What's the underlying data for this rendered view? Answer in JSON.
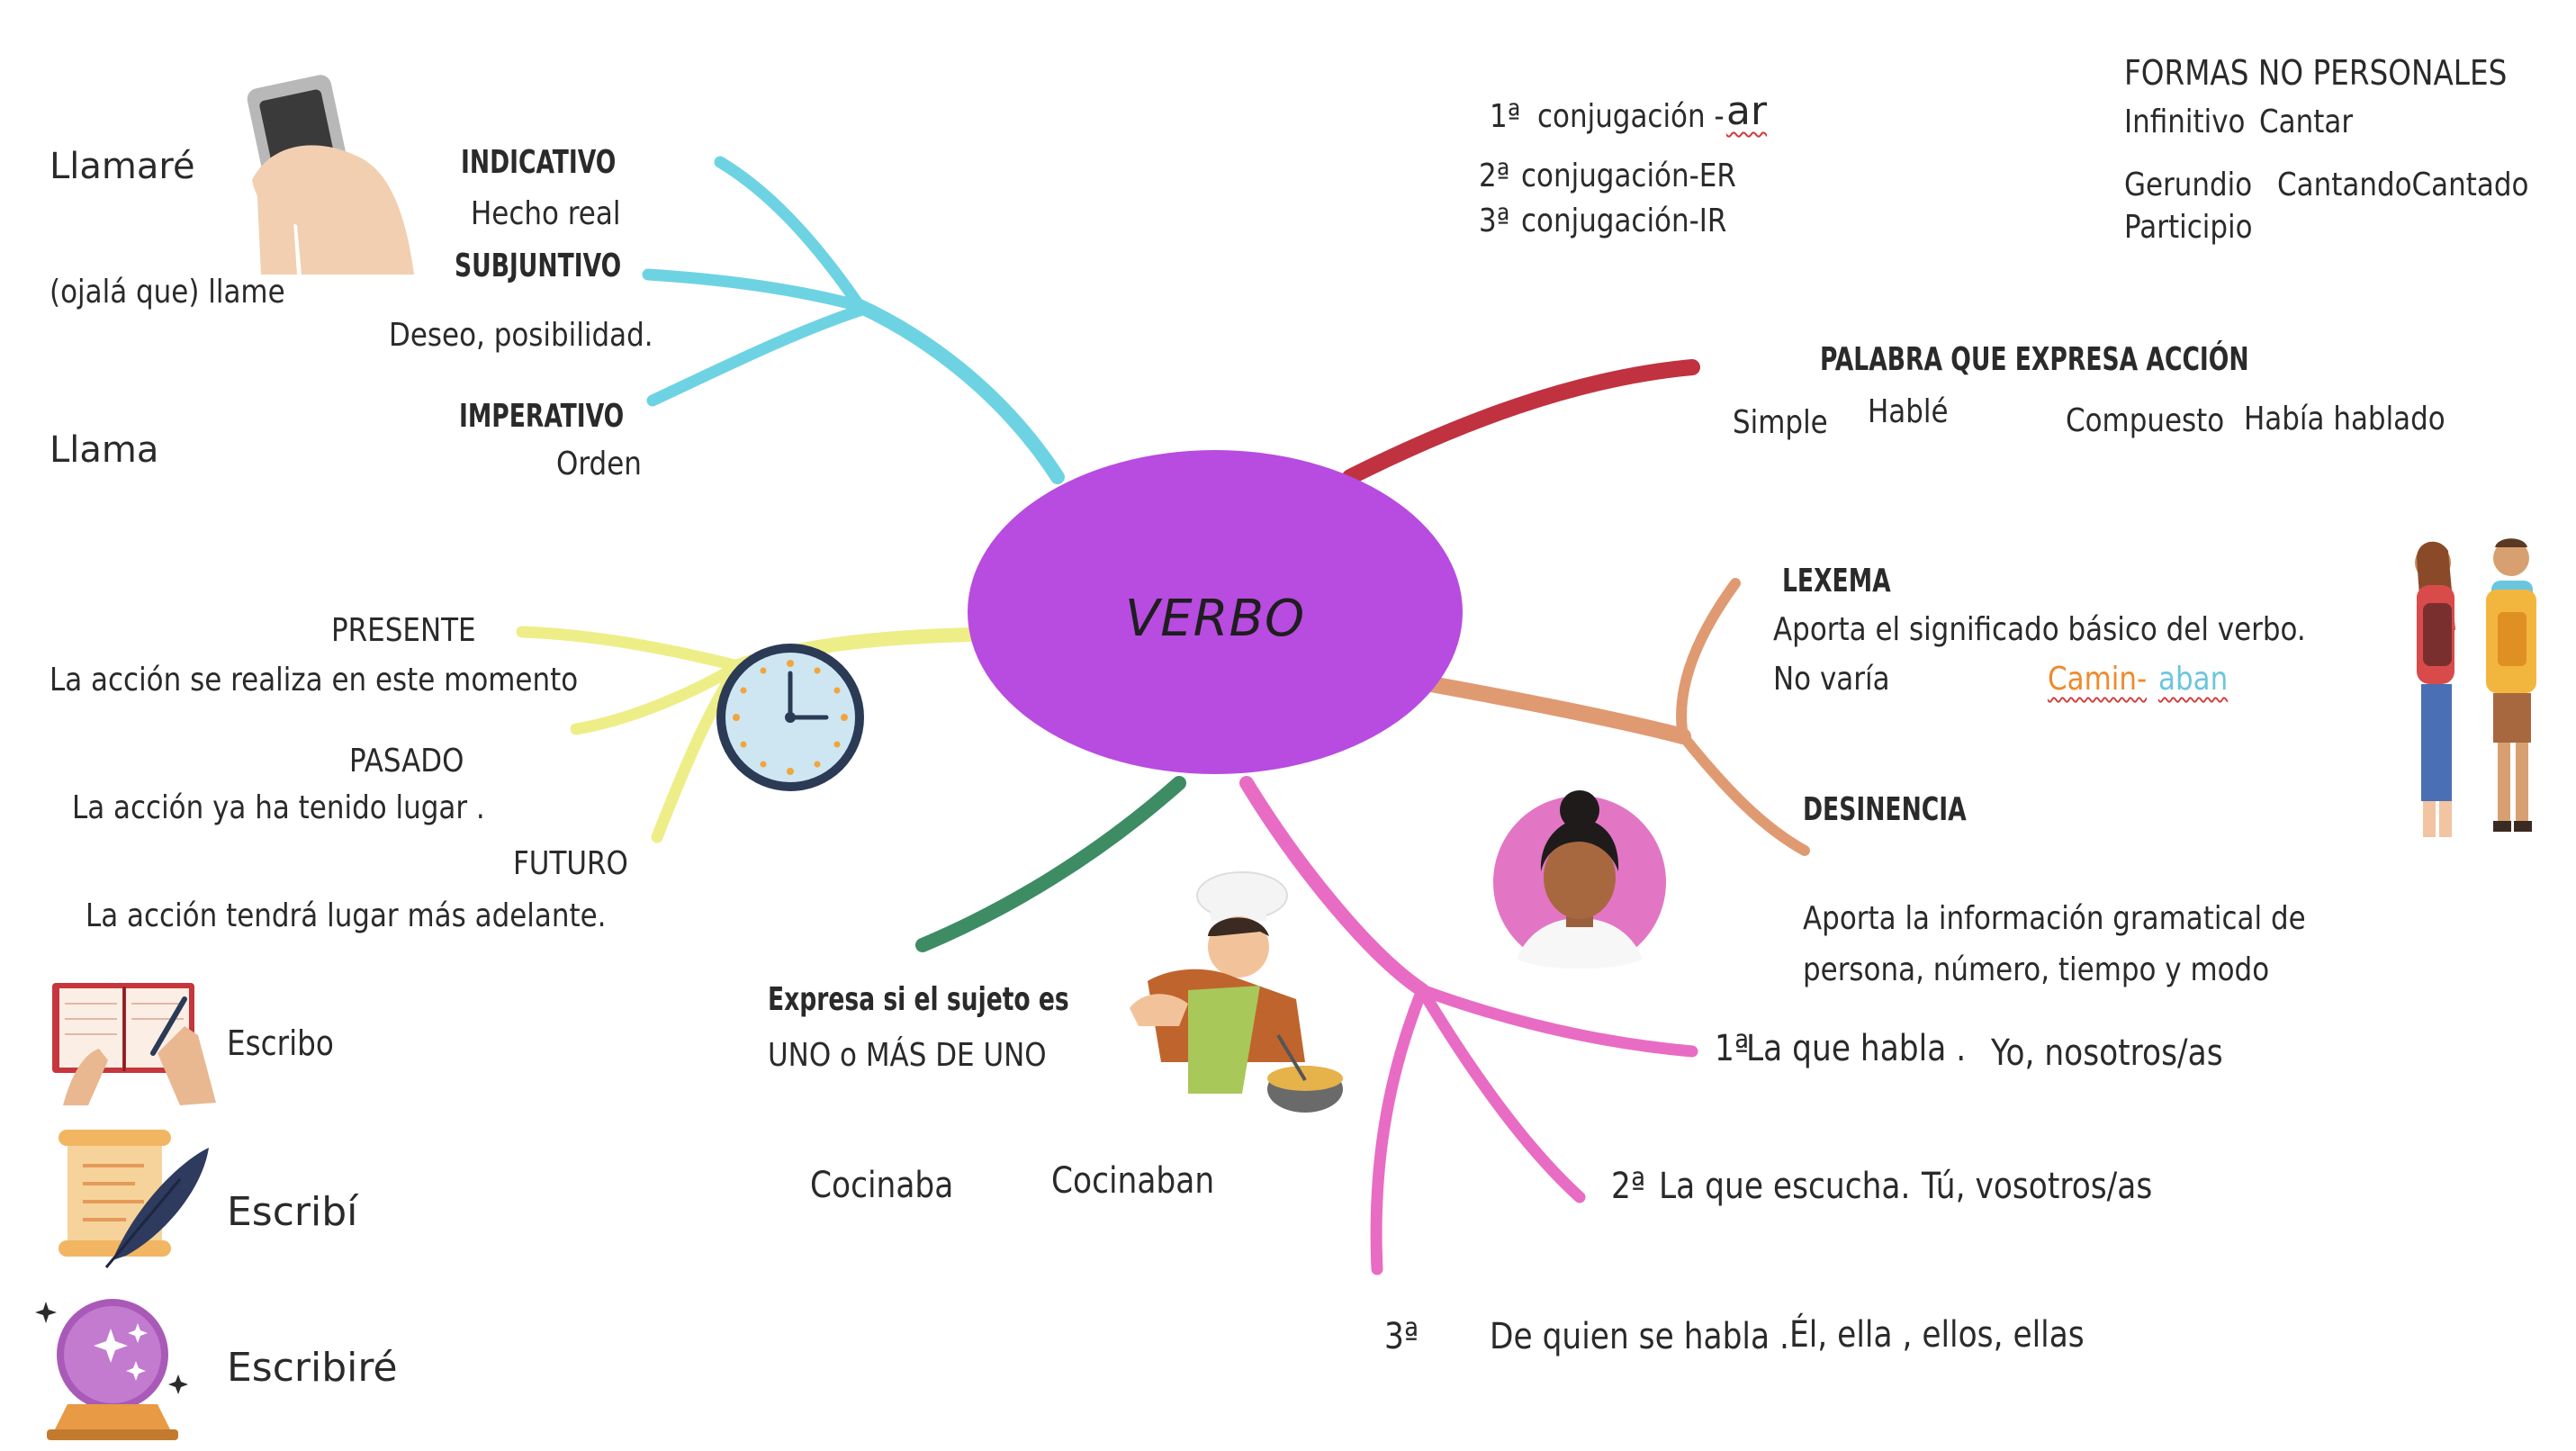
{
  "center": {
    "label": "VERBO",
    "color": "#b84be0"
  },
  "modo": {
    "indicativo": {
      "title": "INDICATIVO",
      "desc": "Hecho real",
      "example": "Llamaré"
    },
    "subjuntivo": {
      "title": "SUBJUNTIVO",
      "desc": "Deseo, posibilidad.",
      "example": "(ojalá que) llame"
    },
    "imperativo": {
      "title": "IMPERATIVO",
      "desc": "Orden",
      "example": "Llama"
    },
    "branch_color": "#6dd3e3"
  },
  "tiempo": {
    "presente": {
      "title": "PRESENTE",
      "desc": "La acción se realiza en este momento"
    },
    "pasado": {
      "title": "PASADO",
      "desc": "La acción ya ha tenido lugar ."
    },
    "futuro": {
      "title": "FUTURO",
      "desc": "La acción tendrá lugar más adelante."
    },
    "branch_color": "#eeee88",
    "examples": [
      "Escribo",
      "Escribí",
      "Escribiré"
    ]
  },
  "conjugaciones": {
    "c1": {
      "num": "1ª",
      "label": "conjugación -",
      "ending": "ar"
    },
    "c2": {
      "num": "2ª",
      "label": "conjugación-ER"
    },
    "c3": {
      "num": "3ª",
      "label": "conjugación-IR"
    }
  },
  "formas_no_personales": {
    "title": "FORMAS NO PERSONALES",
    "infinitivo": "Infinitivo",
    "infinitivo_ex": "Cantar",
    "gerundio": "Gerundio",
    "gerundio_ex": "CantandoCantado",
    "participio": "Participio"
  },
  "accion": {
    "title": "PALABRA QUE EXPRESA ACCIÓN",
    "simple": "Simple",
    "simple_ex": "Hablé",
    "compuesto": "Compuesto",
    "compuesto_ex": "Había hablado",
    "branch_color": "#c0323f"
  },
  "lexema": {
    "title": "LEXEMA",
    "desc": "Aporta el significado básico del verbo.",
    "no_varia": "No varía",
    "stem": "Camin-",
    "ending": "aban",
    "stem_color": "#f08a2a",
    "ending_color": "#6bc6dd",
    "branch_color": "#e09a72"
  },
  "desinencia": {
    "title": "DESINENCIA",
    "desc_line1": "Aporta la información gramatical de",
    "desc_line2": "persona, número, tiempo y modo"
  },
  "numero": {
    "title": "Expresa si el sujeto es",
    "desc": "UNO o MÁS DE UNO",
    "singular": "Cocinaba",
    "plural": "Cocinaban",
    "branch_color": "#3d8c64"
  },
  "persona": {
    "p1": {
      "num": "1ª",
      "desc": "La que habla .",
      "pron": "Yo, nosotros/as"
    },
    "p2": {
      "num": "2ª",
      "desc": "La que escucha.",
      "pron": "Tú, vosotros/as"
    },
    "p3": {
      "num": "3ª",
      "desc": "De quien se habla .",
      "pron": "Él, ella , ellos, ellas"
    },
    "branch_color": "#e86cc4"
  },
  "icons": [
    "phone-hand-icon",
    "clock-icon",
    "notebook-icon",
    "scroll-quill-icon",
    "crystal-ball-icon",
    "chef-icon",
    "woman-avatar-icon",
    "hikers-icon"
  ]
}
